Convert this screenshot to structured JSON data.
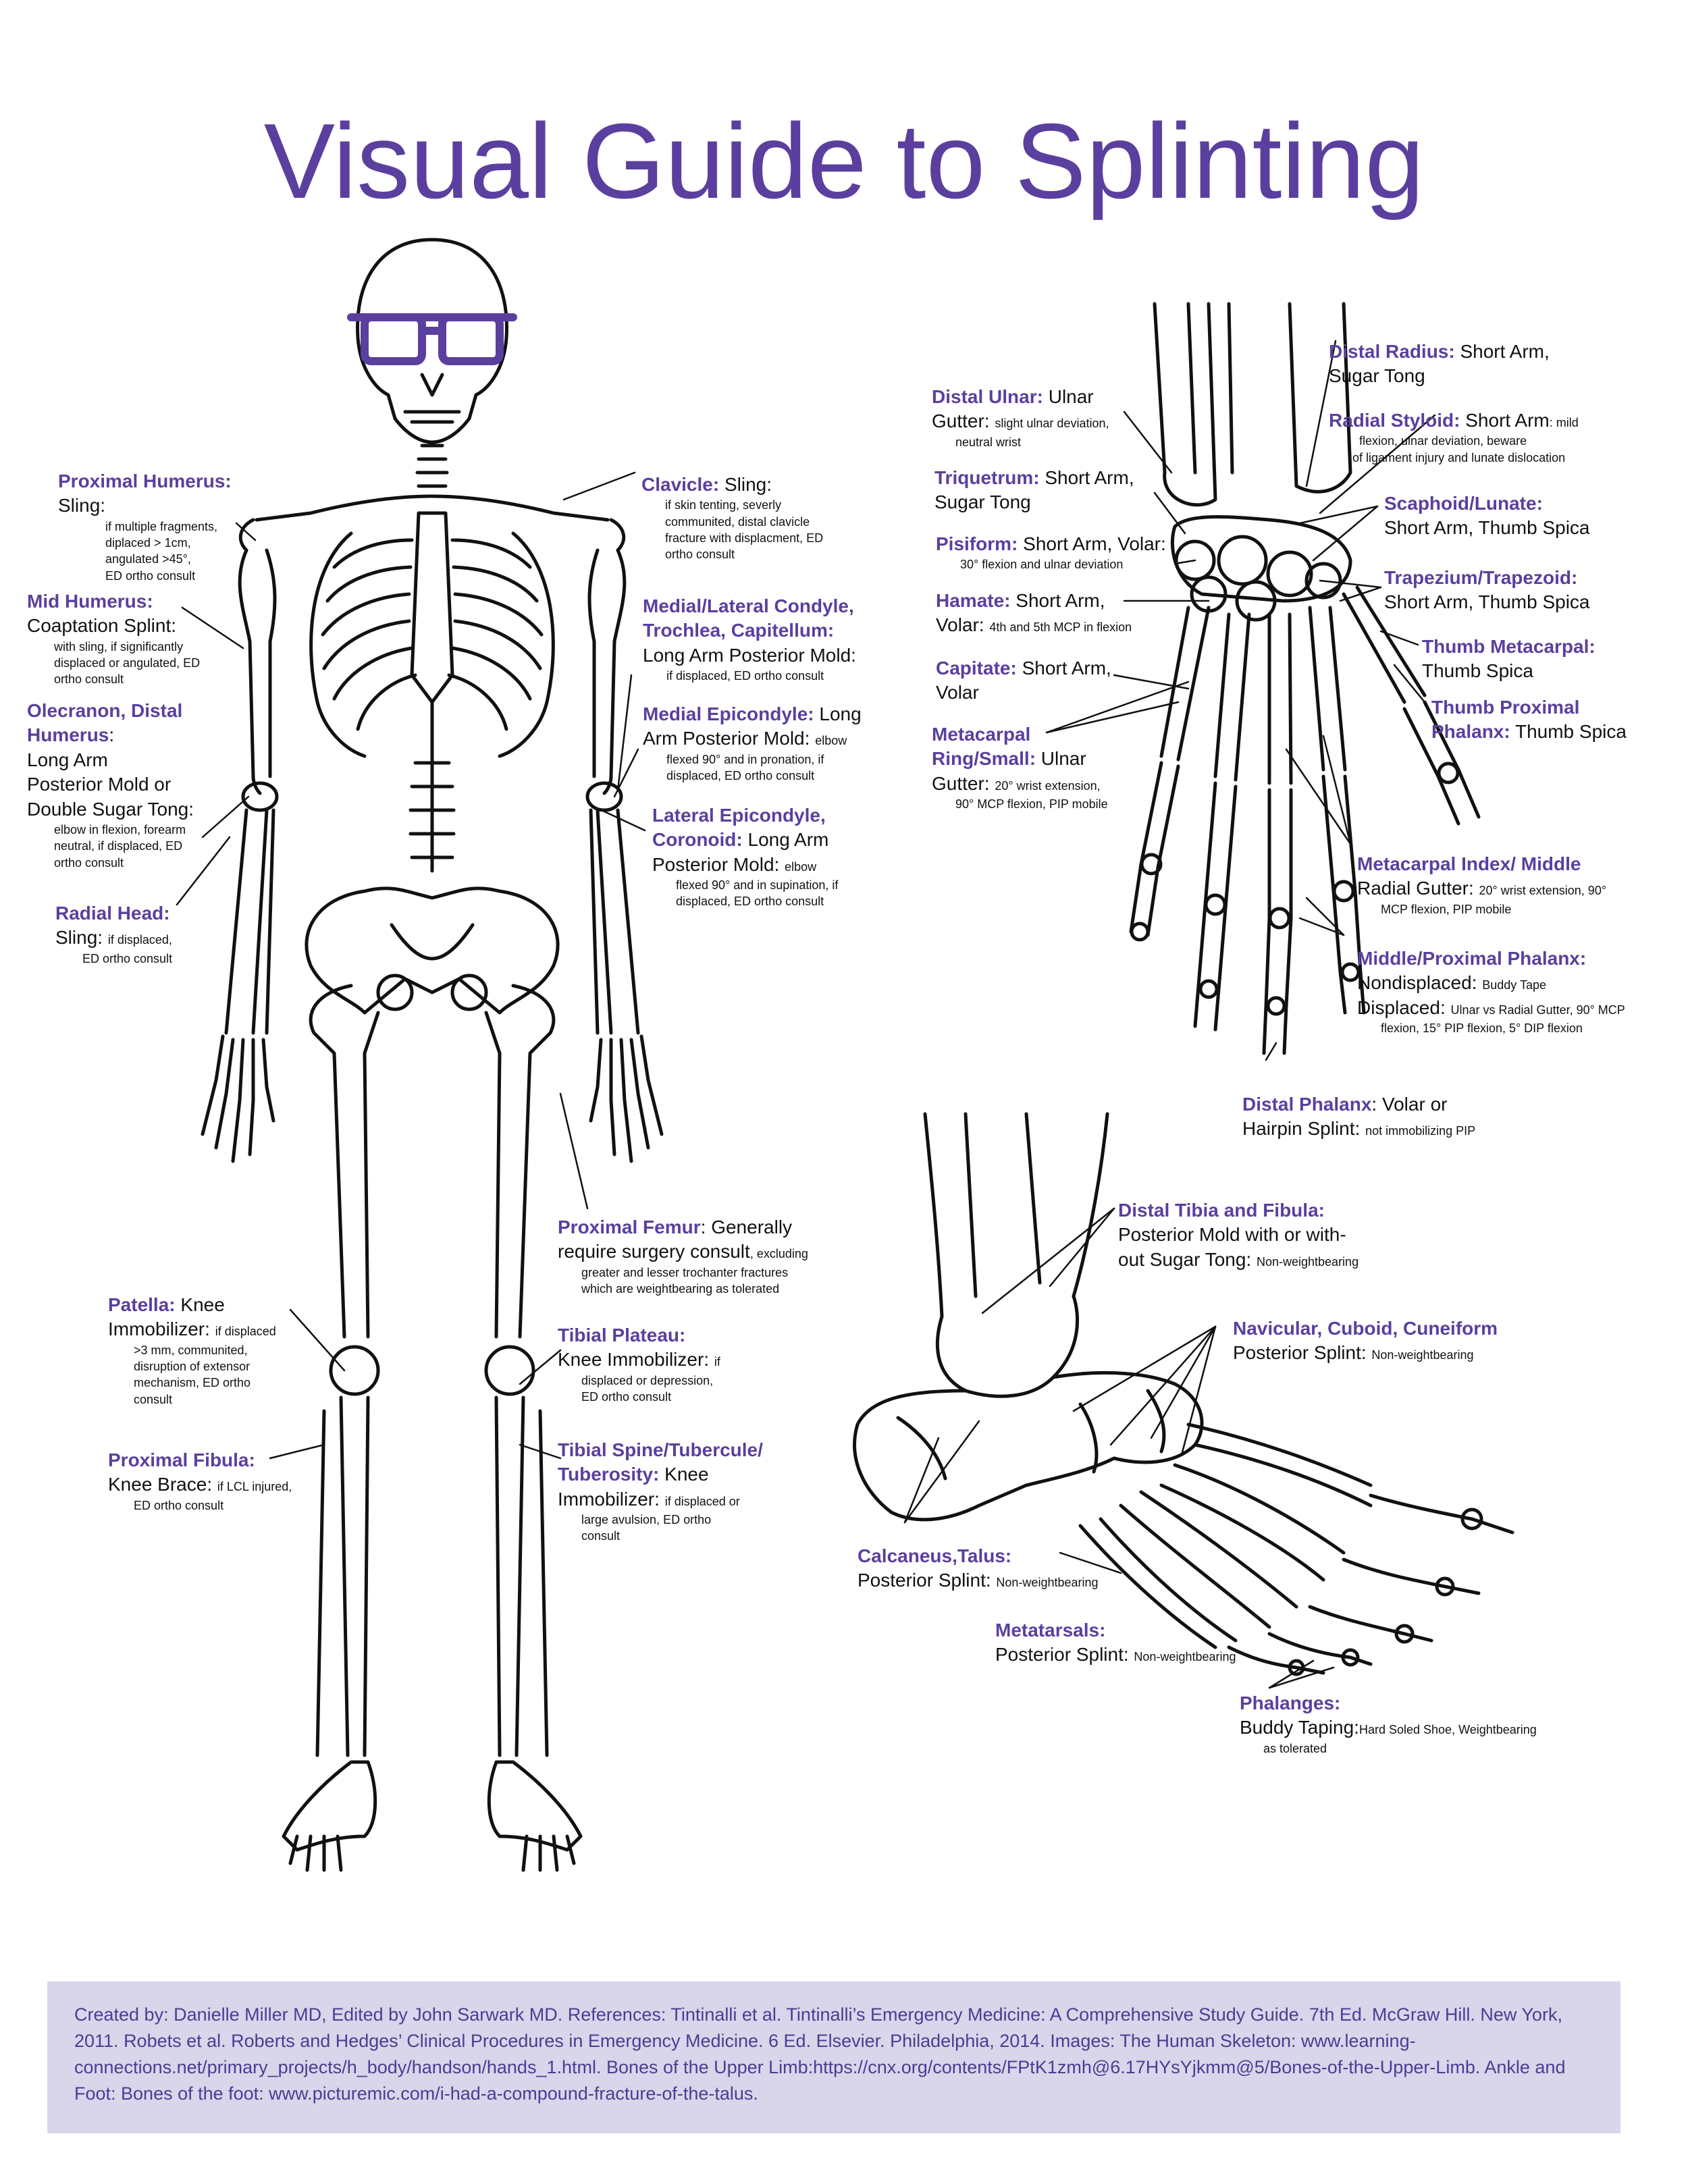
{
  "title": "Visual Guide to Splinting",
  "colors": {
    "accent": "#5b3f9e",
    "footer_bg": "#d9d5ea",
    "line": "#111111"
  },
  "labels": {
    "proximal_humerus": {
      "name": "Proximal Humerus:",
      "text": "Sling:",
      "note": [
        "if multiple fragments,",
        "diplaced > 1cm,",
        "angulated >45°,",
        "ED ortho consult"
      ]
    },
    "mid_humerus": {
      "name": "Mid Humerus:",
      "text": "Coaptation Splint:",
      "note": [
        "with sling, if significantly",
        "displaced or angulated, ED",
        "ortho consult"
      ]
    },
    "olecranon": {
      "name": "Olecranon, Distal",
      "name2": "Humerus",
      "text": [
        "Long Arm",
        "Posterior Mold or",
        "Double Sugar Tong:"
      ],
      "note": [
        "elbow in flexion, forearm",
        "neutral,  if displaced, ED",
        "ortho consult"
      ]
    },
    "radial_head": {
      "name": "Radial Head:",
      "text": "Sling:",
      "note_inline": "if displaced,",
      "note": [
        "ED ortho consult"
      ]
    },
    "clavicle": {
      "name": "Clavicle:",
      "text": "Sling:",
      "note": [
        "if skin tenting, severly",
        "communited, distal clavicle",
        "fracture with displacment,  ED",
        "ortho consult"
      ]
    },
    "medial_lateral_condyle": {
      "name": [
        "Medial/Lateral Condyle,",
        "Trochlea, Capitellum:"
      ],
      "text": "Long Arm Posterior Mold:",
      "note": [
        "if displaced, ED ortho consult"
      ]
    },
    "medial_epicondyle": {
      "name": "Medial Epicondyle:",
      "text": [
        "Long",
        "Arm Posterior Mold:"
      ],
      "note_inline": "elbow",
      "note": [
        "flexed 90° and in pronation, if",
        "displaced, ED ortho consult"
      ]
    },
    "lateral_epicondyle": {
      "name": [
        "Lateral Epicondyle,",
        "Coronoid:"
      ],
      "text": [
        "Long Arm",
        "Posterior Mold:"
      ],
      "note_inline": "elbow",
      "note": [
        "flexed 90° and in supination, if",
        "displaced, ED ortho consult"
      ]
    },
    "proximal_femur": {
      "name": "Proximal Femur",
      "text": [
        "Generally",
        "require surgery consult"
      ],
      "note_inline": ", excluding",
      "note": [
        "greater and lesser trochanter fractures",
        "which are weightbearing as tolerated"
      ]
    },
    "patella": {
      "name": "Patella:",
      "text": [
        "Knee",
        "Immobilizer:"
      ],
      "note_inline": "if displaced",
      "note": [
        ">3 mm, communited,",
        "disruption of extensor",
        "mechanism, ED ortho",
        "consult"
      ]
    },
    "tibial_plateau": {
      "name": "Tibial Plateau:",
      "text": "Knee Immobilizer:",
      "note_inline": "if",
      "note": [
        "displaced or depression,",
        "ED ortho consult"
      ]
    },
    "proximal_fibula": {
      "name": "Proximal Fibula:",
      "text": "Knee Brace:",
      "note_inline": "if LCL injured,",
      "note": [
        "ED ortho consult"
      ]
    },
    "tibial_spine": {
      "name": [
        "Tibial Spine/Tubercule/",
        "Tuberosity:"
      ],
      "text": [
        "Knee",
        "Immobilizer:"
      ],
      "note_inline": "if displaced or",
      "note": [
        "large avulsion, ED ortho",
        "consult"
      ]
    },
    "distal_ulnar": {
      "name": "Distal Ulnar:",
      "text": [
        "Ulnar",
        "Gutter:"
      ],
      "note_inline": "slight ulnar deviation,",
      "note": [
        "neutral wrist"
      ]
    },
    "distal_radius": {
      "name": "Distal Radius:",
      "text": [
        "Short Arm,",
        "Sugar Tong"
      ]
    },
    "radial_styloid": {
      "name": "Radial Styloid:",
      "text": "Short Arm",
      "note_inline": ": mild",
      "note": [
        "flexion, ulnar deviation, beware",
        "of ligament injury and lunate dislocation"
      ]
    },
    "triquetrum": {
      "name": "Triquetrum:",
      "text": [
        "Short Arm,",
        "Sugar Tong"
      ]
    },
    "pisiform": {
      "name": "Pisiform:",
      "text": "Short Arm, Volar:",
      "note": [
        "30° flexion and ulnar deviation"
      ]
    },
    "scaphoid": {
      "name": "Scaphoid/Lunate:",
      "text": "Short Arm, Thumb Spica"
    },
    "trapezium": {
      "name": "Trapezium/Trapezoid:",
      "text": "Short Arm, Thumb Spica"
    },
    "hamate": {
      "name": "Hamate:",
      "text": [
        "Short Arm,",
        "Volar:"
      ],
      "note_inline": "4th and 5th MCP in flexion"
    },
    "thumb_metacarpal": {
      "name": "Thumb Metacarpal:",
      "text": "Thumb Spica"
    },
    "capitate": {
      "name": "Capitate:",
      "text": [
        "Short Arm,",
        "Volar"
      ]
    },
    "thumb_proximal": {
      "name": [
        "Thumb Proximal",
        "Phalanx:"
      ],
      "text": "Thumb Spica"
    },
    "metacarpal_ring": {
      "name": [
        "Metacarpal",
        "Ring/Small:"
      ],
      "text": [
        "Ulnar",
        "Gutter:"
      ],
      "note_inline": "20° wrist extension,",
      "note": [
        "90° MCP flexion, PIP mobile"
      ]
    },
    "metacarpal_index": {
      "name": "Metacarpal Index/ Middle",
      "text": "Radial Gutter:",
      "note_inline": "20° wrist extension, 90°",
      "note": [
        "MCP flexion, PIP mobile"
      ]
    },
    "middle_proximal_phalanx": {
      "name": "Middle/Proximal Phalanx:",
      "text": "Nondisplaced:",
      "note_inline": "Buddy Tape",
      "text2": "Displaced:",
      "note_inline2": "Ulnar vs Radial Gutter, 90° MCP",
      "note": [
        "flexion, 15° PIP flexion, 5° DIP flexion"
      ]
    },
    "distal_phalanx": {
      "name": "Distal Phalanx",
      "text": [
        "Volar or",
        "Hairpin Splint:"
      ],
      "note_inline": "not immobilizing PIP"
    },
    "distal_tibia": {
      "name": "Distal Tibia and Fibula:",
      "text": [
        "Posterior Mold with or with-",
        "out Sugar Tong:"
      ],
      "note_inline": "Non-weightbearing"
    },
    "navicular": {
      "name": "Navicular, Cuboid, Cuneiform",
      "text": "Posterior Splint:",
      "note_inline": "Non-weightbearing"
    },
    "calcaneus": {
      "name": "Calcaneus,Talus:",
      "text": "Posterior Splint:",
      "note_inline": "Non-weightbearing"
    },
    "metatarsals": {
      "name": "Metatarsals:",
      "text": "Posterior Splint:",
      "note_inline": "Non-weightbearing"
    },
    "phalanges": {
      "name": "Phalanges:",
      "text": "Buddy Taping:",
      "note_inline": "Hard Soled Shoe, Weightbearing",
      "note": [
        "as tolerated"
      ]
    }
  },
  "footer": {
    "credits": "Created by: Danielle Miller MD, Edited by John Sarwark MD. References: Tintinalli et al. Tintinalli’s Emergency Medicine: A Comprehensive Study Guide. 7th Ed. McGraw Hill. New York, 2011. Robets et al. Roberts and Hedges’ Clinical Procedures in Emergency Medicine. 6 Ed. Elsevier. Philadelphia, 2014. Images: The Human Skeleton: www.learning-connections.net/primary_projects/h_body/handson/hands_1.html.  Bones of the Upper Limb:https://cnx.org/contents/FPtK1zmh@6.17HYsYjkmm@5/Bones-of-the-Upper-Limb.  Ankle and Foot: Bones of the foot: www.picturemic.com/i-had-a-compound-fracture-of-the-talus."
  }
}
